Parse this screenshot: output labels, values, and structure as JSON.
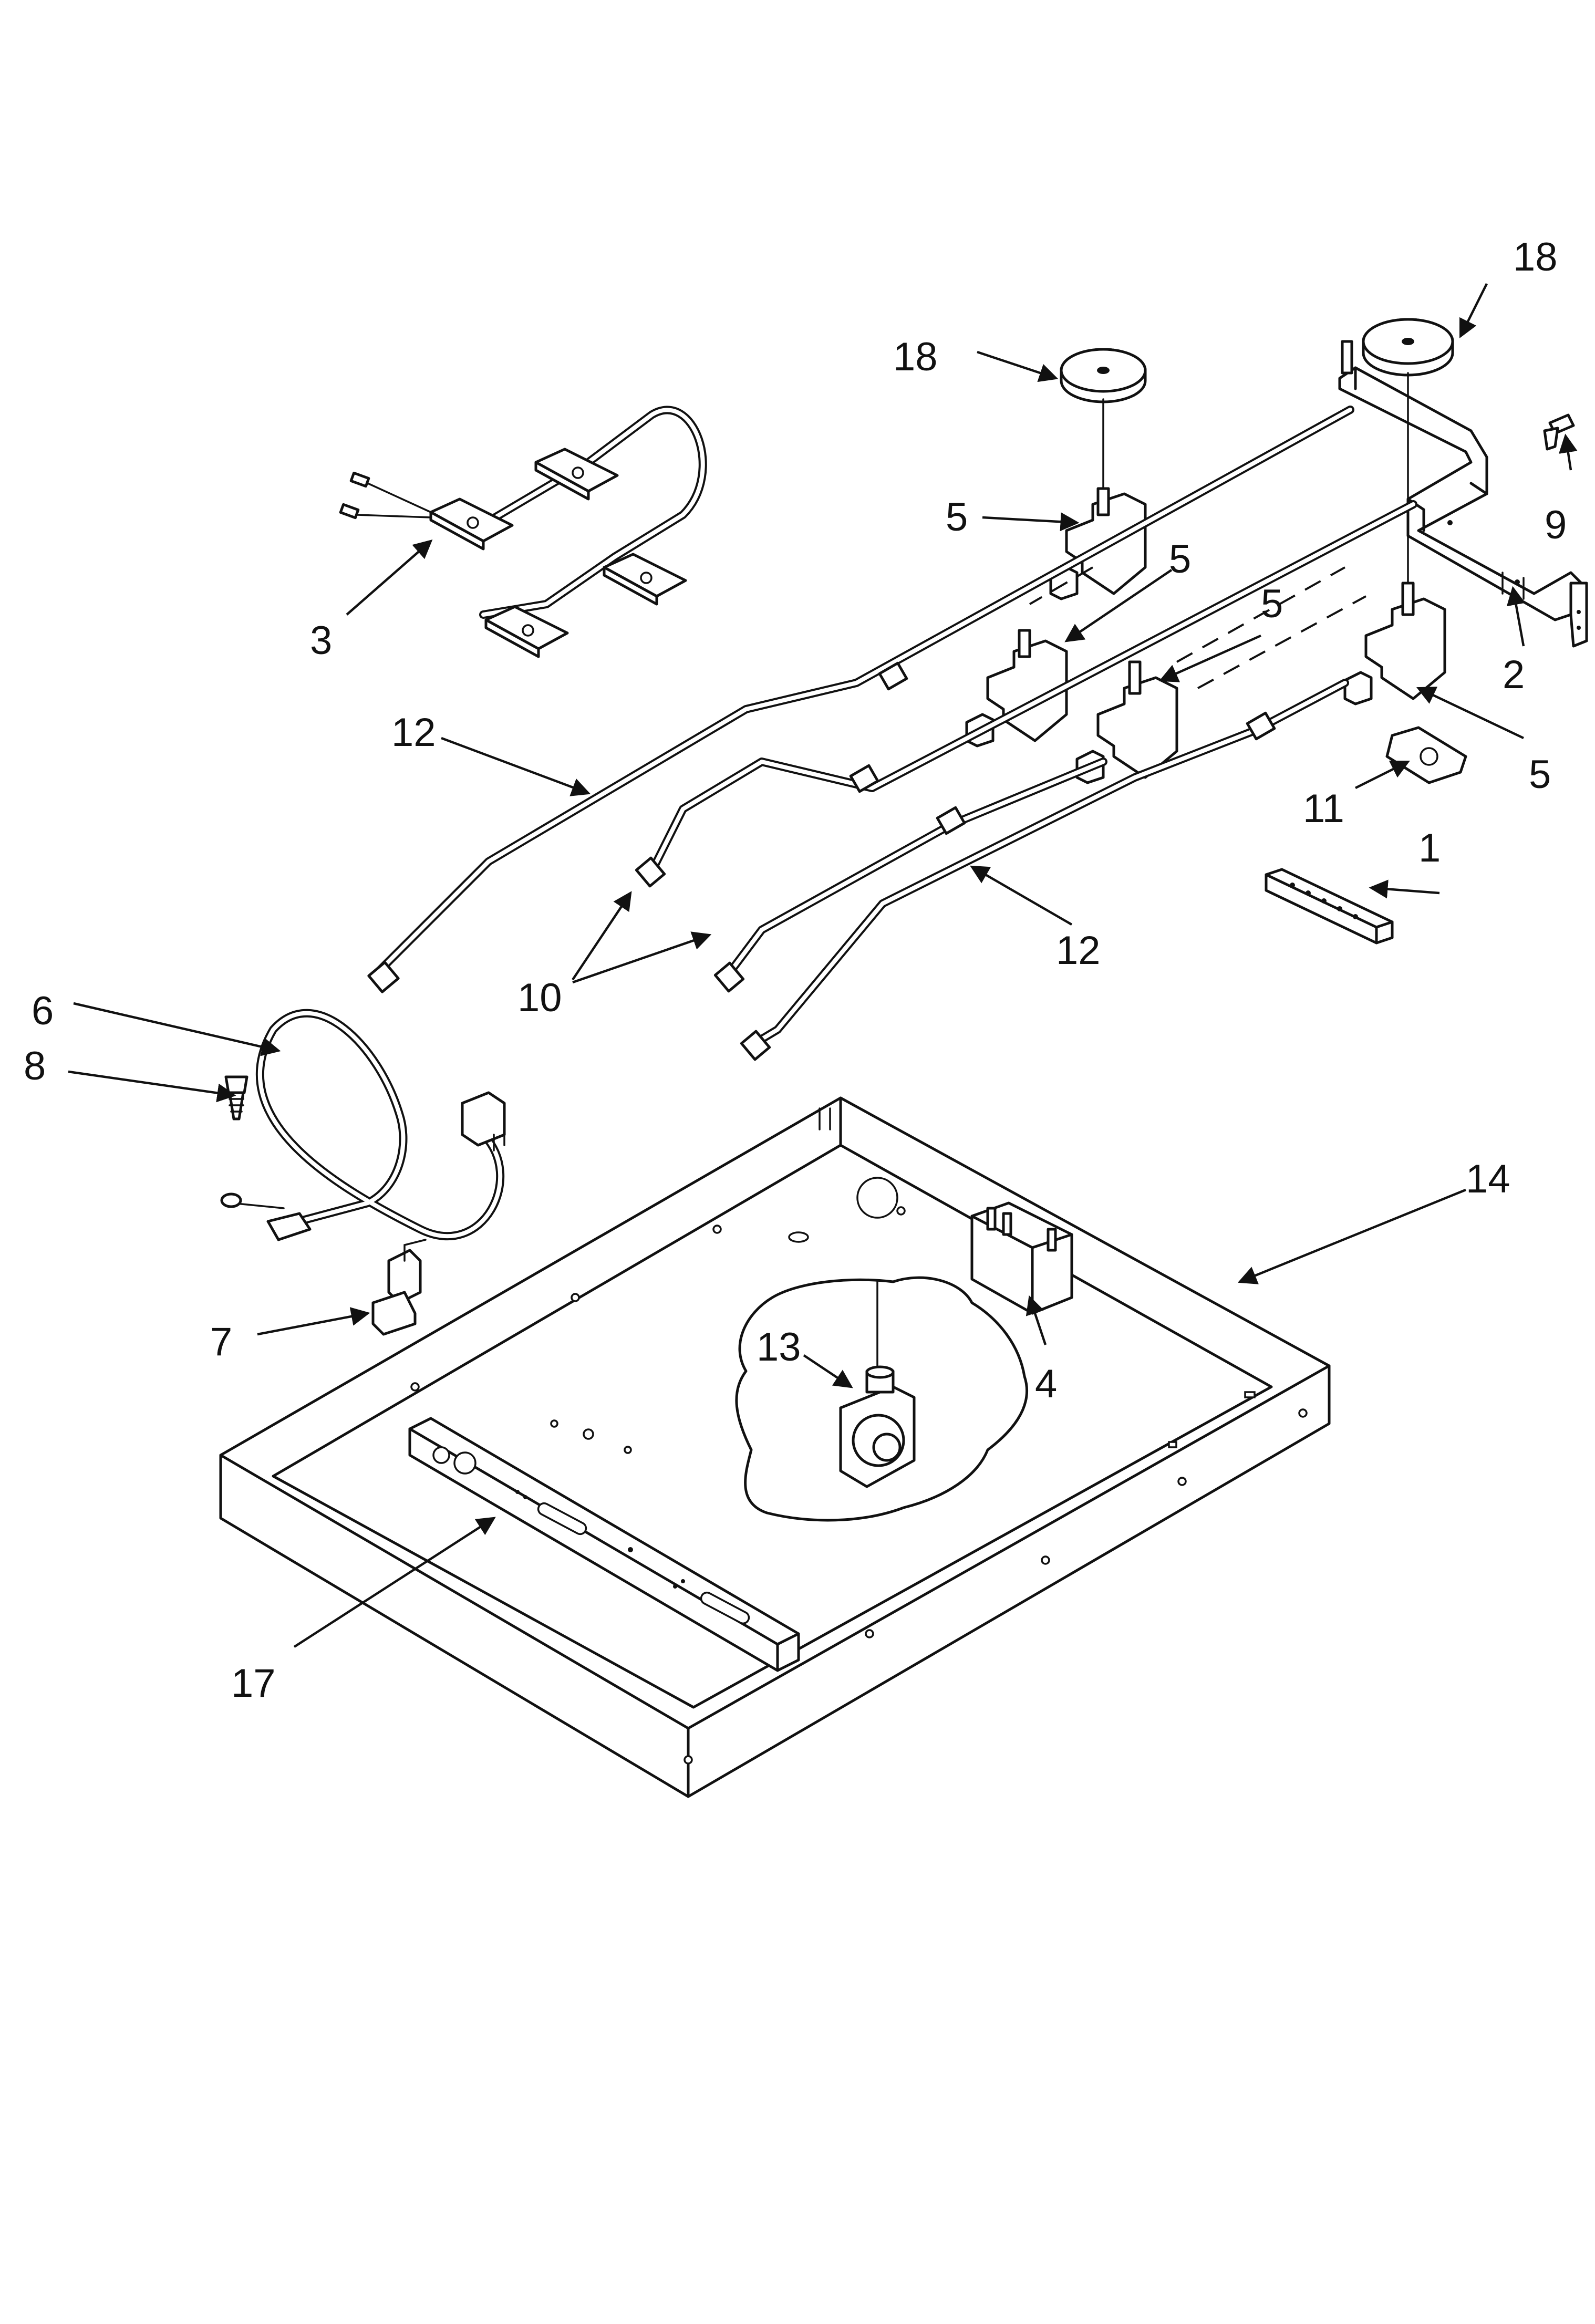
{
  "callouts": {
    "c1": "1",
    "c2": "2",
    "c3": "3",
    "c4": "4",
    "c5a": "5",
    "c5b": "5",
    "c5c": "5",
    "c5d": "5",
    "c6": "6",
    "c7": "7",
    "c8": "8",
    "c9": "9",
    "c10": "10",
    "c11": "11",
    "c12a": "12",
    "c12b": "12",
    "c13": "13",
    "c14": "14",
    "c17": "17",
    "c18a": "18",
    "c18b": "18"
  }
}
